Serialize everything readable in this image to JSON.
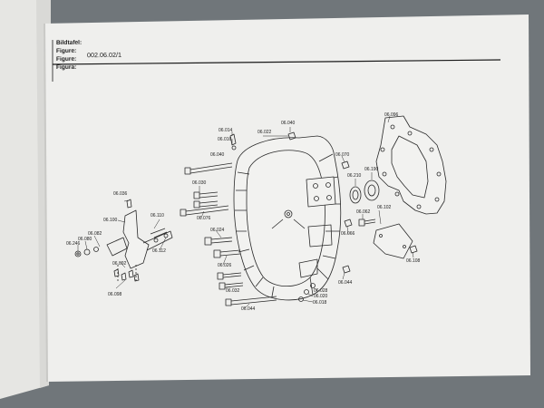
{
  "header": {
    "labels": [
      "Bildtafel:",
      "Figure:",
      "Figure:",
      "Figura:"
    ],
    "figure_number": "002.06.02/1"
  },
  "parts": [
    {
      "id": "p1",
      "label": "06.014"
    },
    {
      "id": "p2",
      "label": "06.016"
    },
    {
      "id": "p3",
      "label": "06.022"
    },
    {
      "id": "p4",
      "label": "06.040"
    },
    {
      "id": "p5",
      "label": "06.096"
    },
    {
      "id": "p6",
      "label": "06.040"
    },
    {
      "id": "p7",
      "label": "06.070"
    },
    {
      "id": "p8",
      "label": "06.190"
    },
    {
      "id": "p9",
      "label": "06.210"
    },
    {
      "id": "p10",
      "label": "06.030"
    },
    {
      "id": "p11",
      "label": "06.036"
    },
    {
      "id": "p12",
      "label": "06.100"
    },
    {
      "id": "p13",
      "label": "06.110"
    },
    {
      "id": "p14",
      "label": "06.076"
    },
    {
      "id": "p15",
      "label": "06.062"
    },
    {
      "id": "p16",
      "label": "06.102"
    },
    {
      "id": "p17",
      "label": "06.082"
    },
    {
      "id": "p18",
      "label": "06.080"
    },
    {
      "id": "p19",
      "label": "06.246"
    },
    {
      "id": "p20",
      "label": "06.024"
    },
    {
      "id": "p21",
      "label": "06.112"
    },
    {
      "id": "p22",
      "label": "06.066"
    },
    {
      "id": "p23",
      "label": "06.026"
    },
    {
      "id": "p24",
      "label": "06.092"
    },
    {
      "id": "p25",
      "label": "06.108"
    },
    {
      "id": "p26",
      "label": "06.098"
    },
    {
      "id": "p27",
      "label": "06.032"
    },
    {
      "id": "p28",
      "label": "06.044"
    },
    {
      "id": "p29",
      "label": "06.028"
    },
    {
      "id": "p30",
      "label": "06.020"
    },
    {
      "id": "p31",
      "label": "06.018"
    },
    {
      "id": "p32",
      "label": "06.044"
    }
  ]
}
